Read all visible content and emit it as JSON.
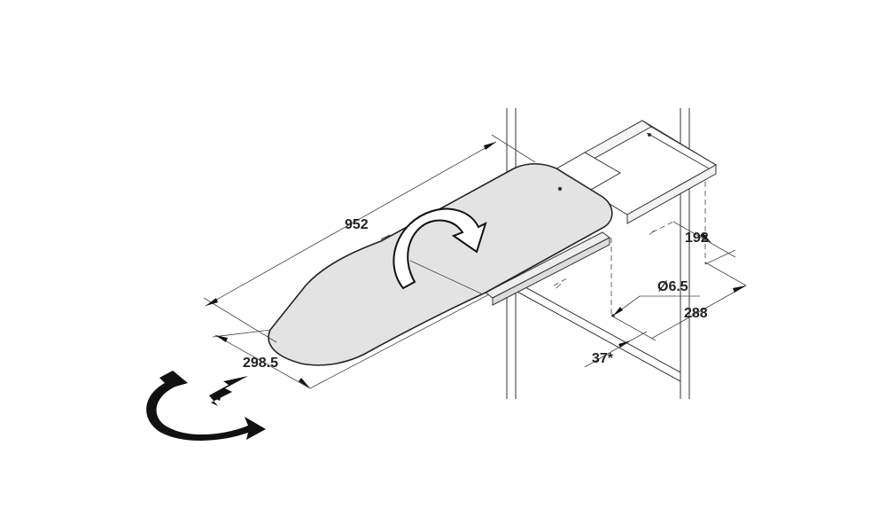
{
  "diagram": {
    "subject": "pull-out ironing board",
    "dimensions": {
      "board_length": "952",
      "board_width": "298.5",
      "rail_offset": "192",
      "hole_diameter": "Ø6.5",
      "mount_depth": "288",
      "angle": "37*"
    },
    "icons": {
      "fold_arrow": "curved-fold-arrow-icon",
      "rotate_arrow": "rotate-arrow-icon",
      "pull_out_arrow": "pull-out-arrow-icon"
    },
    "colors": {
      "board_fill": "#e3e3e3",
      "line": "#333333",
      "arrow": "#111111"
    }
  }
}
